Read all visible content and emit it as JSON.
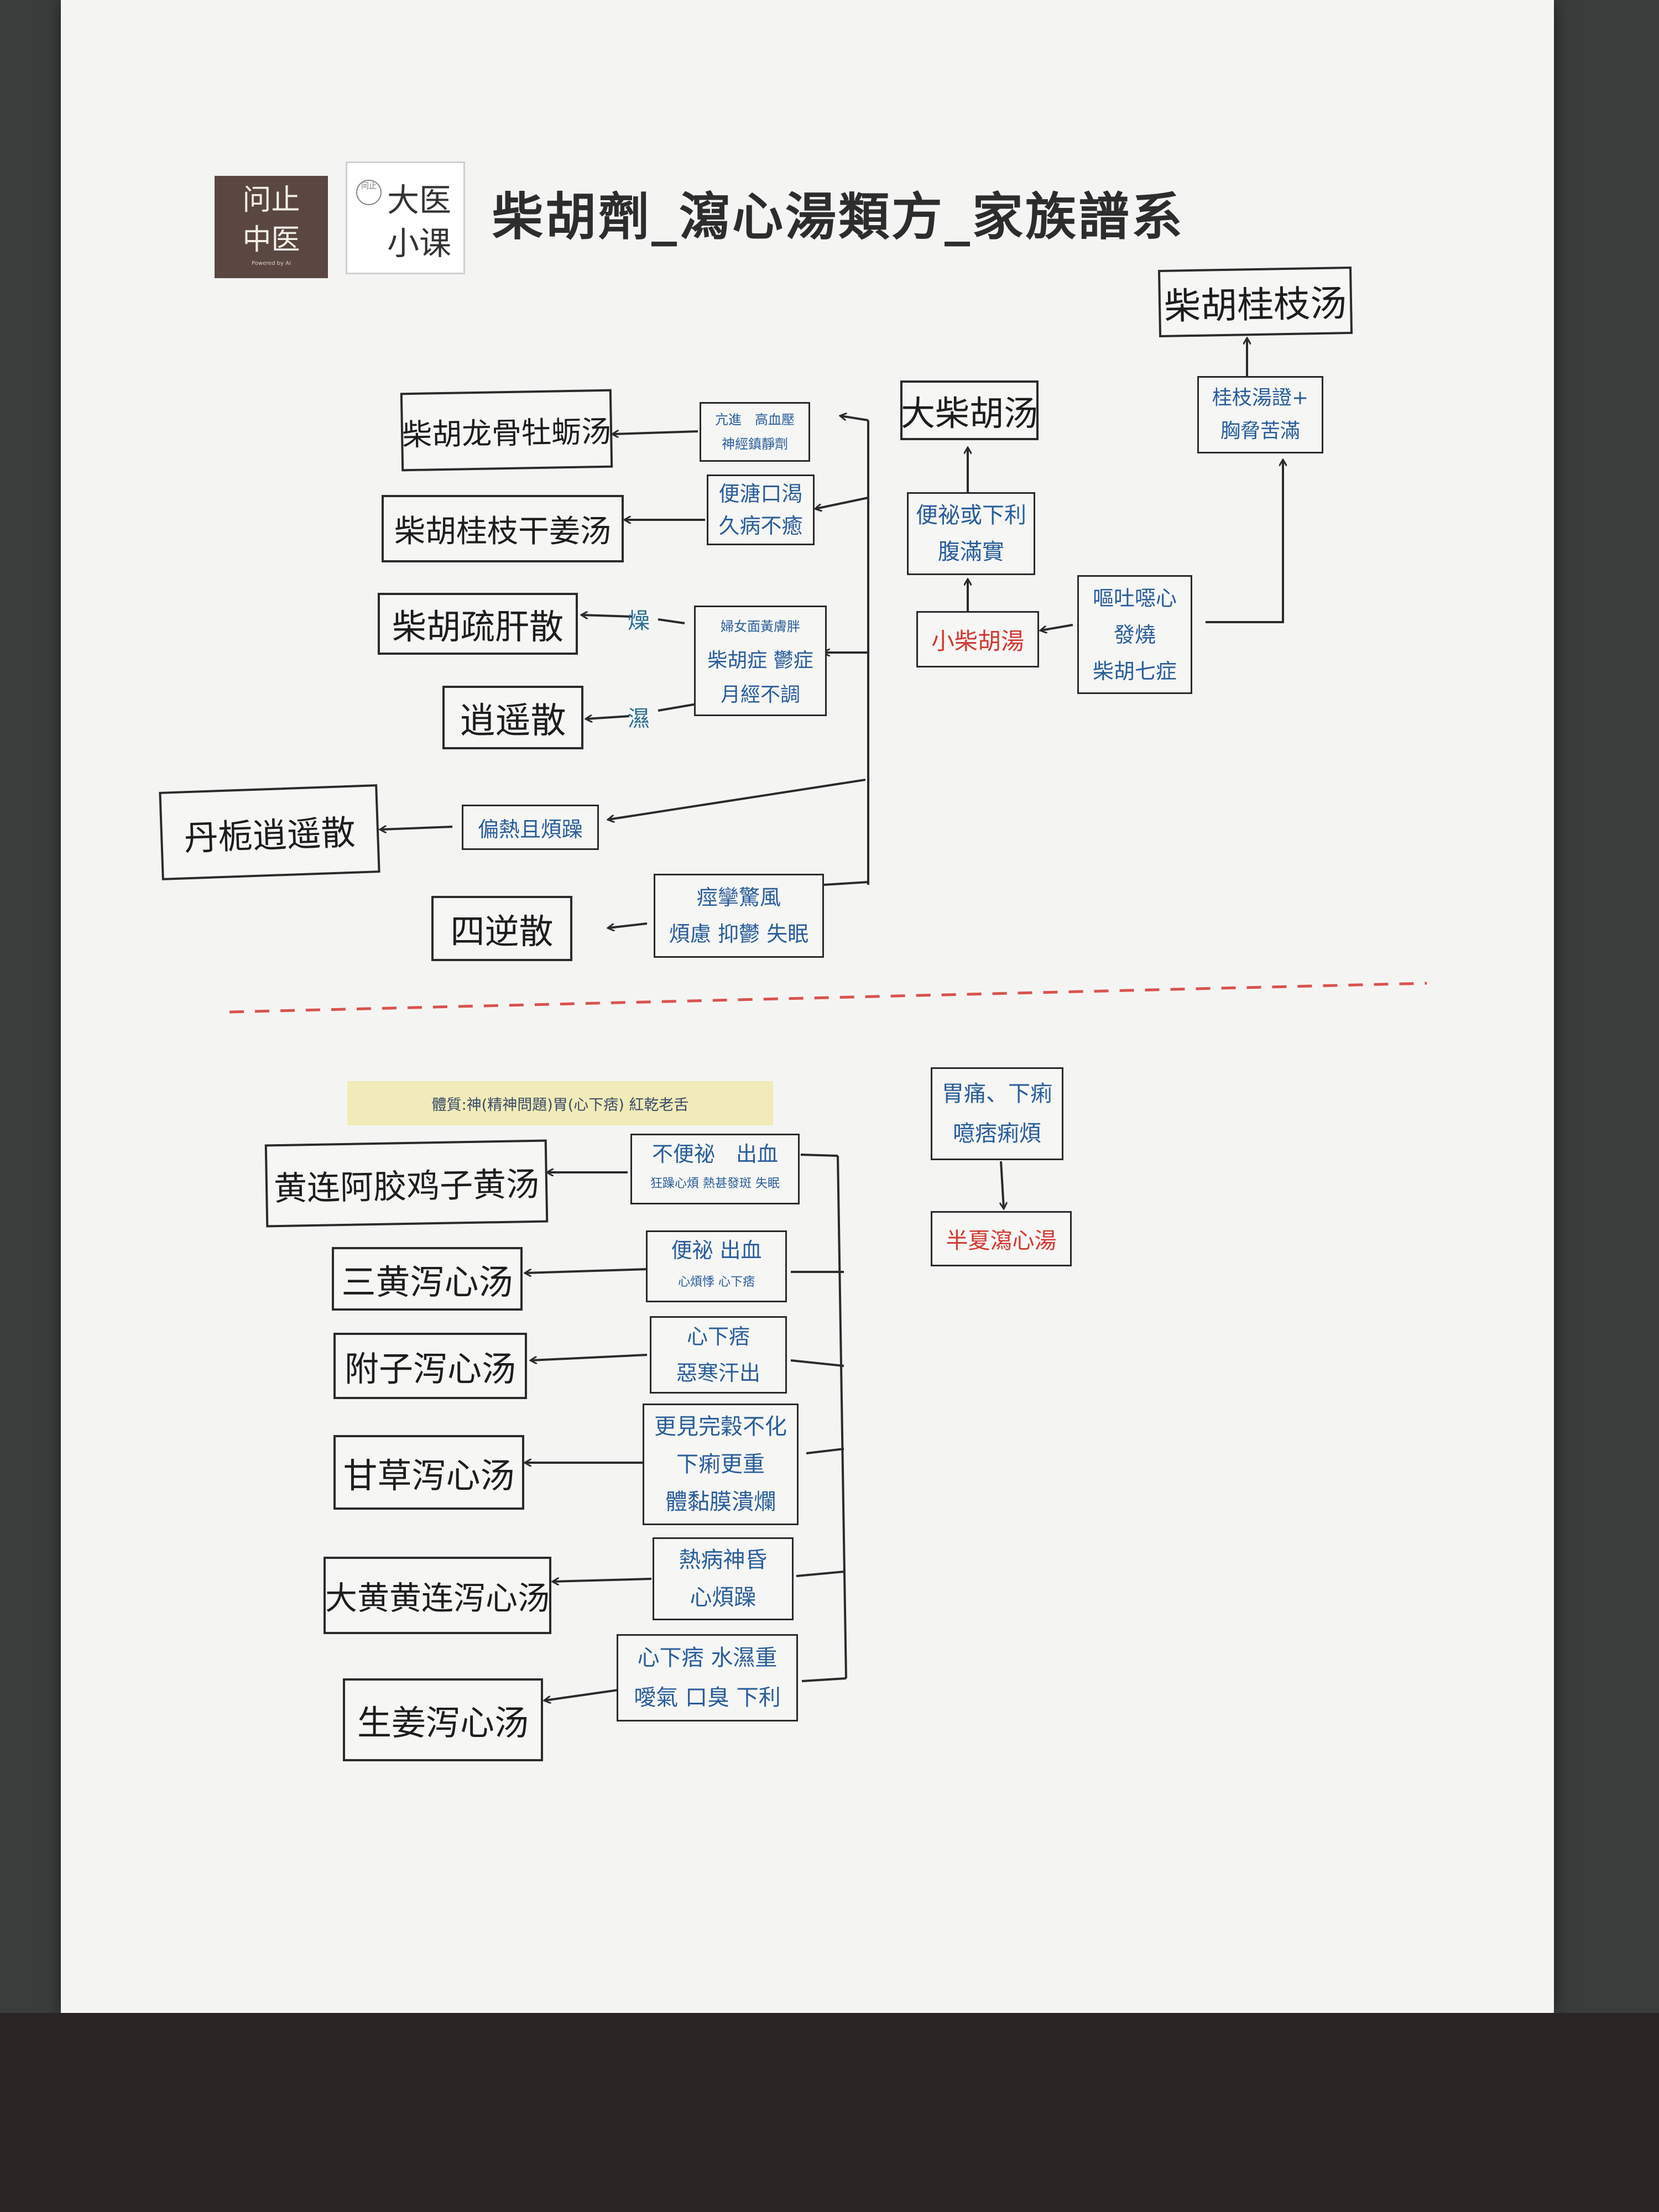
{
  "logo": {
    "left_lines": [
      "问止",
      "中医"
    ],
    "left_caption": "Powered by AI",
    "right_seal": "问止",
    "right_lines": [
      "大医",
      "小课"
    ]
  },
  "title": "柴胡劑_瀉心湯類方_家族譜系",
  "upper": {
    "formulas": {
      "guizhi": "柴胡桂枝汤",
      "dachaihu": "大柴胡汤",
      "longgu": "柴胡龙骨牡蛎汤",
      "ganjiang": "柴胡桂枝干姜汤",
      "shugan": "柴胡疏肝散",
      "xiaoyao": "逍遥散",
      "danzhi": "丹栀逍遥散",
      "sini": "四逆散"
    },
    "conditions": {
      "guizhi_cond": [
        "桂枝湯證+",
        "胸脅苦滿"
      ],
      "constipation": [
        "便祕或下利",
        "腹滿實"
      ],
      "xiaochaihu": "小柴胡湯",
      "vomit": [
        "嘔吐噁心",
        "發燒",
        "柴胡七症"
      ],
      "hyper": [
        "亢進　高血壓",
        "神經鎮靜劑"
      ],
      "loose": [
        "便溏口渴",
        "久病不癒"
      ],
      "women": [
        "婦女面黃膚胖",
        "柴胡症 鬱症",
        "月經不調"
      ],
      "heat": "偏熱且煩躁",
      "spasm": [
        "痙攣驚風",
        "煩慮 抑鬱 失眠"
      ]
    },
    "labels": {
      "dry": "燥",
      "wet": "濕"
    }
  },
  "lower": {
    "note": "體質:神(精神問題)胃(心下痞) 紅乾老舌",
    "stomach": [
      "胃痛、下痢",
      "噫痞痢煩"
    ],
    "banxia": "半夏瀉心湯",
    "formulas": {
      "huanglian_ejiao": "黄连阿胶鸡子黄汤",
      "sanhuang": "三黄泻心汤",
      "fuzi": "附子泻心汤",
      "gancao": "甘草泻心汤",
      "dahuang": "大黄黄连泻心汤",
      "shengjiang": "生姜泻心汤"
    },
    "conditions": {
      "c1": [
        "不便祕　出血",
        "狂躁心煩 熱甚發斑 失眠"
      ],
      "c2": [
        "便祕 出血",
        "心煩悸 心下痞"
      ],
      "c3": [
        "心下痞",
        "惡寒汗出"
      ],
      "c4": [
        "更見完穀不化",
        "下痢更重",
        "體黏膜潰爛"
      ],
      "c5": [
        "熱病神昏",
        "心煩躁"
      ],
      "c6": [
        "心下痞 水濕重",
        "噯氣 口臭 下利"
      ]
    }
  },
  "colors": {
    "accent_blue": "#2a5d9a",
    "accent_red": "#d23a33",
    "divider": "#d9534f",
    "note_bg": "#f0ebb8"
  }
}
